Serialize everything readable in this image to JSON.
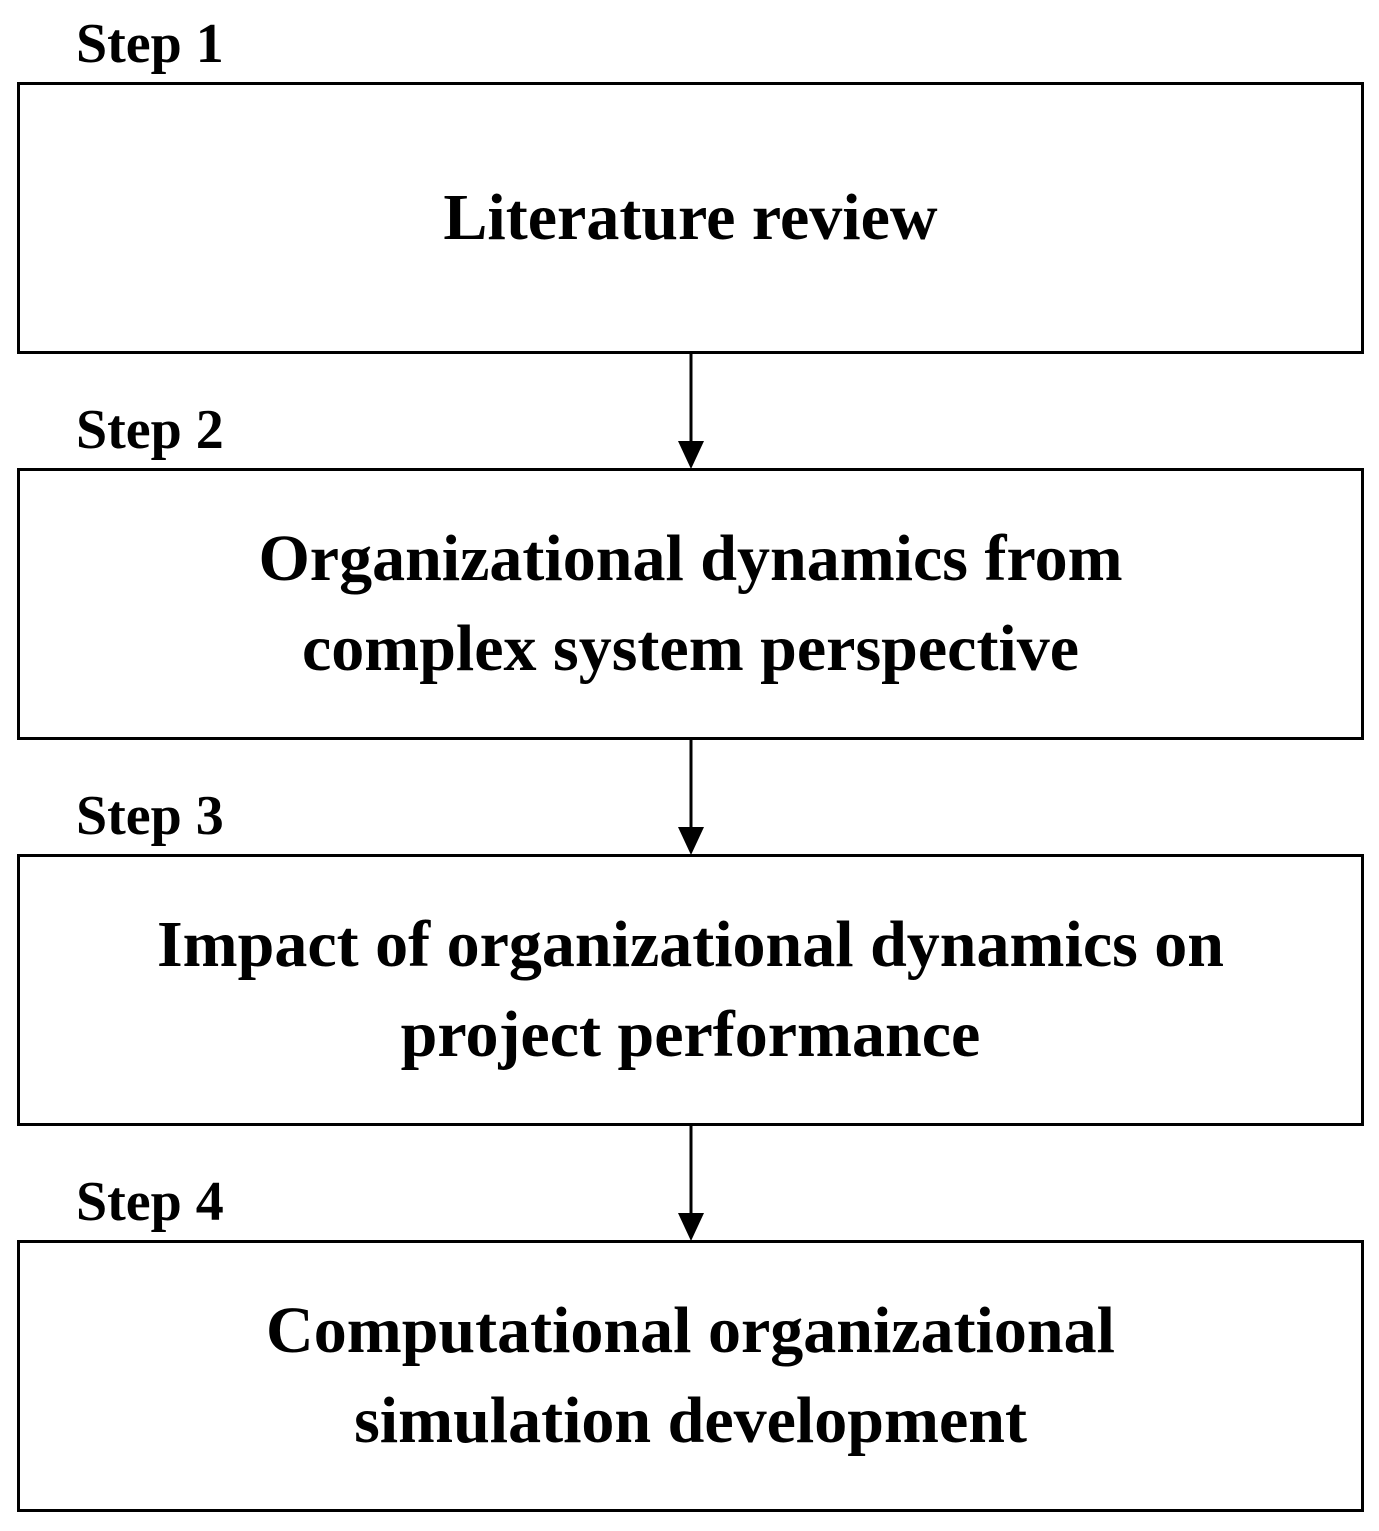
{
  "steps": [
    {
      "label": "Step 1",
      "text": "Literature review"
    },
    {
      "label": "Step 2",
      "text": "Organizational dynamics from\ncomplex system perspective"
    },
    {
      "label": "Step 3",
      "text": "Impact of organizational dynamics on\nproject performance"
    },
    {
      "label": "Step 4",
      "text": "Computational organizational\nsimulation development"
    }
  ],
  "colors": {
    "stroke": "#000000",
    "background": "#ffffff"
  }
}
